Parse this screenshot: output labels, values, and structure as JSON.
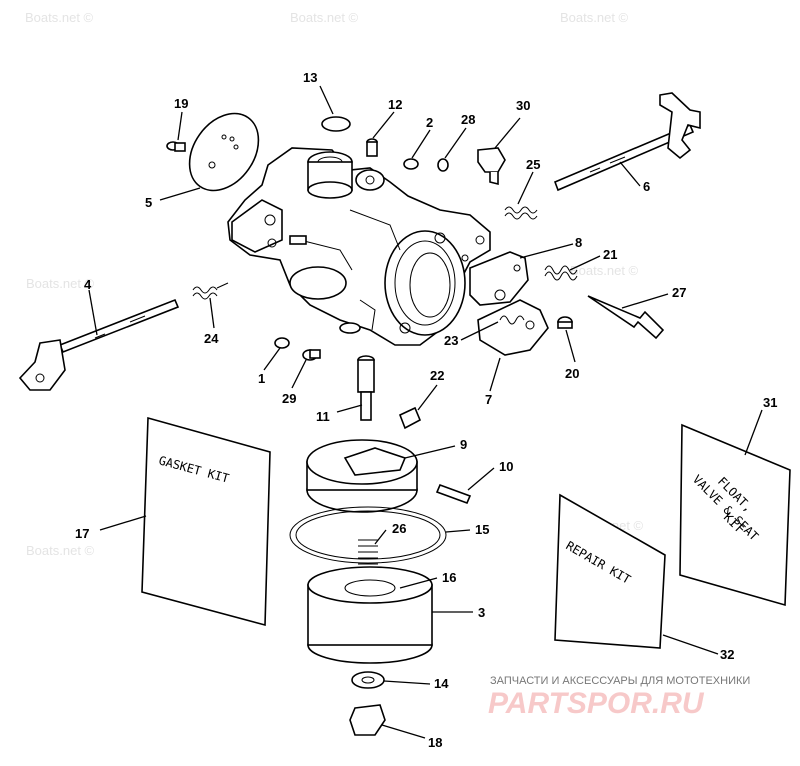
{
  "watermark": "Boats.net ©",
  "callouts": [
    "1",
    "2",
    "3",
    "4",
    "5",
    "6",
    "7",
    "8",
    "9",
    "10",
    "11",
    "12",
    "13",
    "14",
    "15",
    "16",
    "17",
    "18",
    "19",
    "20",
    "21",
    "22",
    "23",
    "24",
    "25",
    "26",
    "27",
    "28",
    "29",
    "30",
    "31",
    "32"
  ],
  "kits": {
    "gasket": "GASKET KIT",
    "repair": "REPAIR KIT",
    "float_line1": "FLOAT,",
    "float_line2": "VALVE & SEAT",
    "float_line3": "KIT"
  },
  "brand": {
    "tagline": "ЗАПЧАСТИ И АКСЕССУАРЫ ДЛЯ МОТОТЕХНИКИ",
    "name": "PARTSPOR.RU"
  }
}
